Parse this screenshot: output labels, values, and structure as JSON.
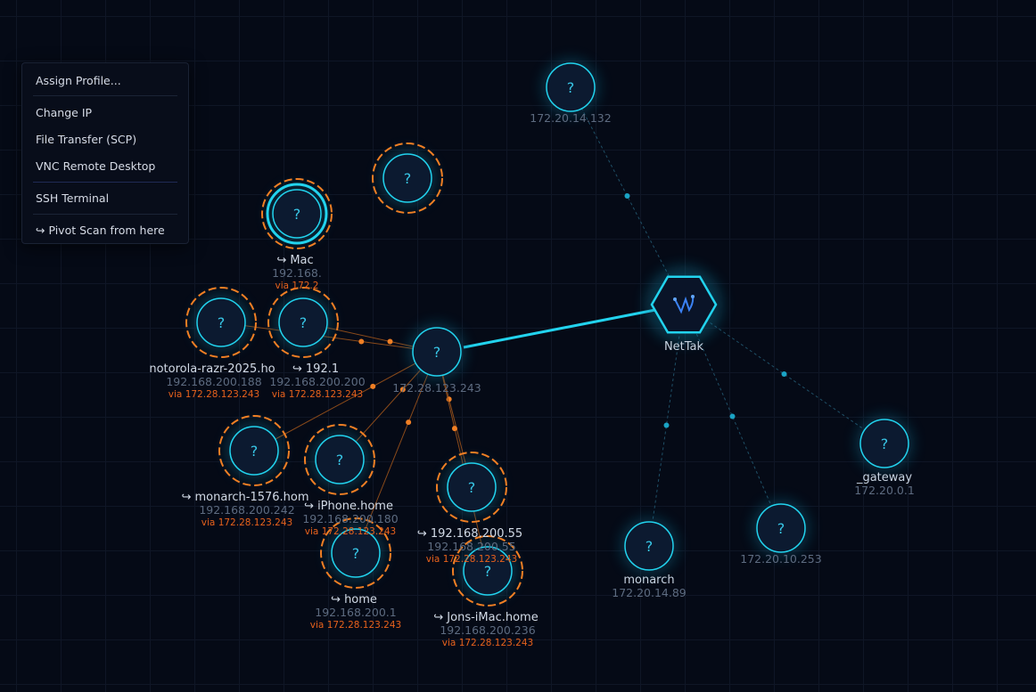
{
  "colors": {
    "accent": "#22d3ee",
    "pivot": "#f07f24",
    "background": "#050a16",
    "ip_text": "#5d6b80",
    "via_text": "#e8621c"
  },
  "hub": {
    "label": "NetTak",
    "icon": "nettak-logo-icon"
  },
  "node_glyph": "?",
  "direct_nodes": [
    {
      "name": "",
      "ip": "172.20.14.132"
    },
    {
      "name": "_gateway",
      "ip": "172.20.0.1"
    },
    {
      "name": "",
      "ip": "172.20.10.253"
    },
    {
      "name": "monarch",
      "ip": "172.20.14.89"
    },
    {
      "name": "",
      "ip": "172.28.123.243"
    }
  ],
  "pivot_nodes": [
    {
      "name": "",
      "ip": "",
      "via": ""
    },
    {
      "name": "↪ Mac",
      "ip": "192.168.",
      "via": "via 172.2"
    },
    {
      "name": "notorola-razr-2025.ho",
      "ip": "192.168.200.188",
      "via": "via 172.28.123.243"
    },
    {
      "name": "↪ 192.1",
      "ip": "192.168.200.200",
      "via": "via 172.28.123.243"
    },
    {
      "name": "↪ monarch-1576.hom",
      "ip": "192.168.200.242",
      "via": "via 172.28.123.243"
    },
    {
      "name": "↪ iPhone.home",
      "ip": "192.168.200.180",
      "via": "via 172.28.123.243"
    },
    {
      "name": "↪ 192.168.200.55",
      "ip": "192.168.200.55",
      "via": "via 172.28.123.243"
    },
    {
      "name": "↪ home",
      "ip": "192.168.200.1",
      "via": "via 172.28.123.243"
    },
    {
      "name": "↪ Jons-iMac.home",
      "ip": "192.168.200.236",
      "via": "via 172.28.123.243"
    }
  ],
  "context_menu": {
    "items": [
      "Assign Profile...",
      "Change IP",
      "File Transfer (SCP)",
      "VNC Remote Desktop",
      "SSH Terminal",
      "↪  Pivot Scan from here"
    ]
  }
}
